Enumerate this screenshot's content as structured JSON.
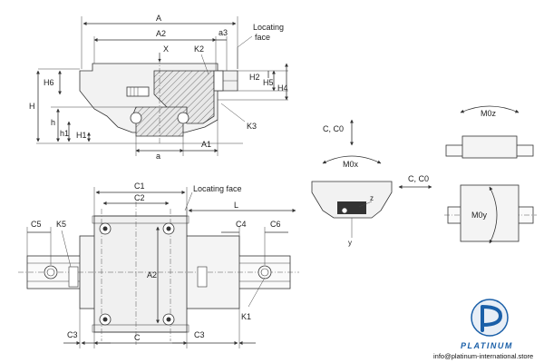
{
  "front_view": {
    "dims": {
      "A": "A",
      "A2": "A2",
      "a3": "a3",
      "X": "X",
      "locating_face": [
        "Locating",
        "face"
      ],
      "K2": "K2",
      "H6": "H6",
      "H": "H",
      "H2": "H2",
      "H5": "H5",
      "H4": "H4",
      "h": "h",
      "h1": "h1",
      "H1": "H1",
      "K3": "K3",
      "a": "a",
      "A1": "A1"
    }
  },
  "top_view": {
    "dims": {
      "C1": "C1",
      "C2": "C2",
      "locating_face": "Locating face",
      "L": "L",
      "C5": "C5",
      "K5": "K5",
      "C4": "C4",
      "C6": "C6",
      "A2": "A2",
      "K1": "K1",
      "C3": "C3",
      "C": "C"
    }
  },
  "load_diagram": {
    "C_C0_vertical": "C, C0",
    "M0x": "M0x",
    "C_C0_horizontal": "C, C0",
    "z": "z",
    "y": "y"
  },
  "moment_diagrams": {
    "M0z": "M0z",
    "M0y": "M0y"
  },
  "branding": {
    "logo_name": "PLATINUM",
    "email": "info@platinum-international.store",
    "brand_color": "#1a5fa8"
  }
}
